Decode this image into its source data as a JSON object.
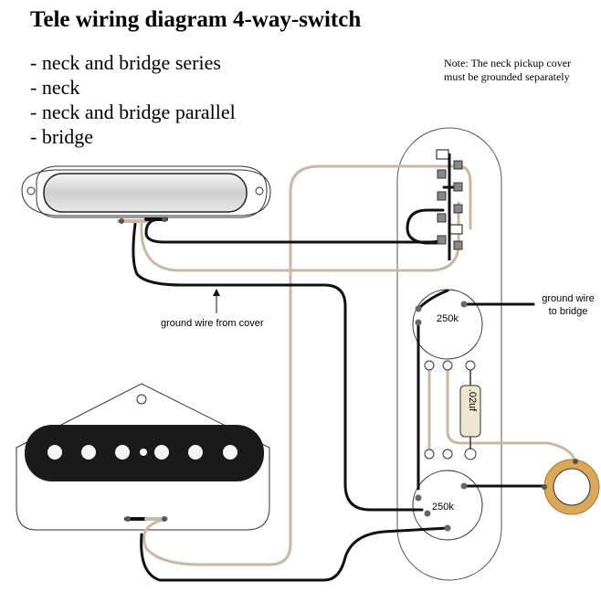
{
  "title": "Tele wiring diagram 4-way-switch",
  "modes": [
    "- neck and bridge series",
    "- neck",
    "- neck and bridge parallel",
    "- bridge"
  ],
  "note": {
    "line1": "Note: The neck pickup cover",
    "line2": "must be grounded separately"
  },
  "labels": {
    "ground_cover": "ground wire from cover",
    "ground_bridge_line1": "ground wire",
    "ground_bridge_line2": "to bridge",
    "pot_volume": "250k",
    "pot_tone": "250k",
    "capacitor": ".02uf"
  },
  "colors": {
    "wire_black": "#111111",
    "wire_white": "#c9b8a5",
    "jack_ring": "#d9a85a",
    "capacitor": "#efe6d0"
  }
}
